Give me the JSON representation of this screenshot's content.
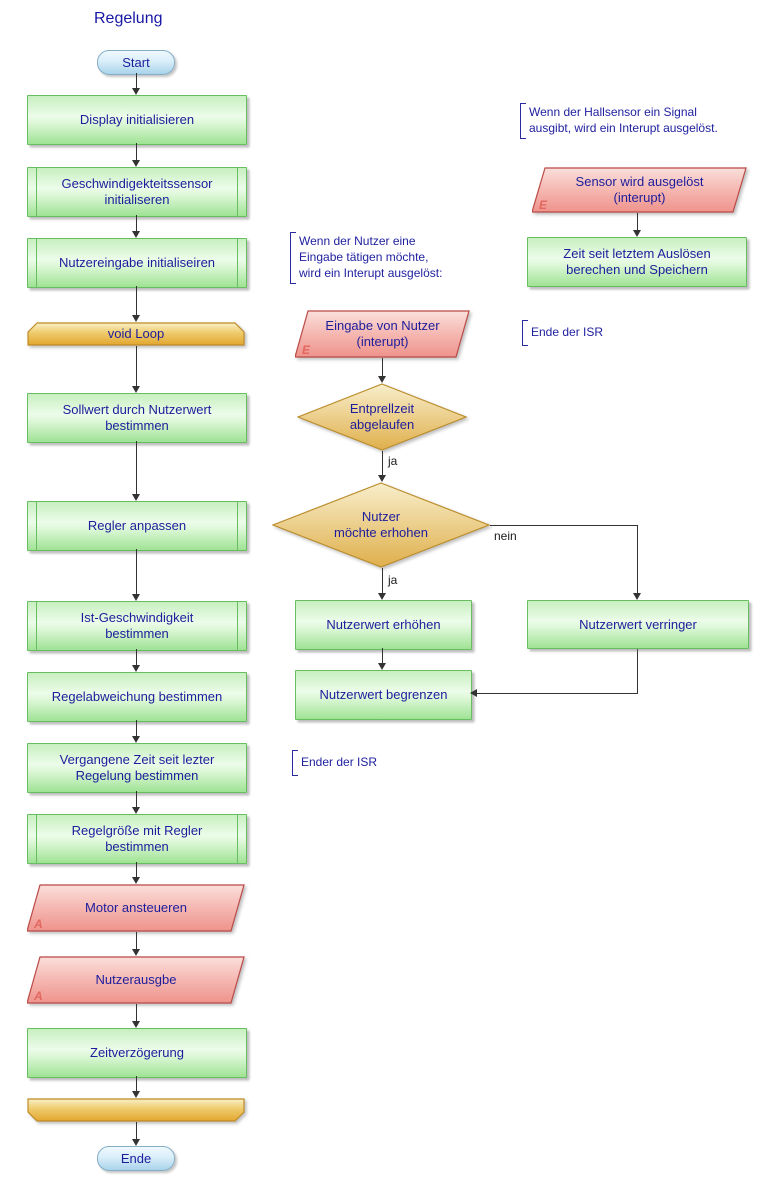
{
  "title": "Regelung",
  "nodes": {
    "start": "Start",
    "display_init": "Display initialisieren",
    "speed_sensor_init": "Geschwindigekteitssensor\ninitialiseren",
    "user_input_init": "Nutzereingabe initialiseiren",
    "void_loop": "void Loop",
    "setpoint": "Sollwert durch Nutzerwert\nbestimmen",
    "adjust_controller": "Regler anpassen",
    "actual_speed": "Ist-Geschwindigkeit\nbestimmen",
    "control_deviation": "Regelabweichung bestimmen",
    "elapsed_time": "Vergangene Zeit seit lezter\nRegelung bestimmen",
    "control_value": "Regelgröße mit Regler\nbestimmen",
    "motor_drive": "Motor ansteueren",
    "user_output": "Nutzerausgbe",
    "time_delay": "Zeitverzögerung",
    "end": "Ende",
    "user_event": "Eingabe von Nutzer\n(interupt)",
    "debounce_decision": "Entprellzeit\nabgelaufen",
    "increase_decision": "Nutzer\nmöchte erhohen",
    "increase_value": "Nutzerwert erhöhen",
    "clamp_value": "Nutzerwert begrenzen",
    "decrease_value": "Nutzerwert verringer",
    "sensor_event": "Sensor wird ausgelöst\n(interupt)",
    "store_time": "Zeit seit letztem Auslösen\nberechen und Speichern"
  },
  "annotations": {
    "user_interrupt": "Wenn der Nutzer eine\nEingabe tätigen möchte,\nwird ein Interupt ausgelöst:",
    "hall_interrupt": "Wenn der Hallsensor ein Signal\nausgibt, wird ein Interupt ausgelöst.",
    "isr_end_mid": "Ender der ISR",
    "isr_end_right": "Ende der ISR"
  },
  "edge_labels": {
    "ja": "ja",
    "nein": "nein"
  },
  "corner_letters": {
    "interrupt": "E",
    "output": "A"
  },
  "colors": {
    "process_fill": "#a5e99b",
    "process_border": "#67bd60",
    "loop_fill": "#e2aa35",
    "loop_border": "#c08c28",
    "decision_fill": "#e0b150",
    "decision_border": "#bb8d2c",
    "io_fill": "#ef968f",
    "io_border": "#bb4a47",
    "terminator_fill": "#a9d3eb",
    "terminator_border": "#85aec6",
    "label_text": "#1d1d9c",
    "annotation_text": "#2121a0",
    "connector": "#333333"
  }
}
